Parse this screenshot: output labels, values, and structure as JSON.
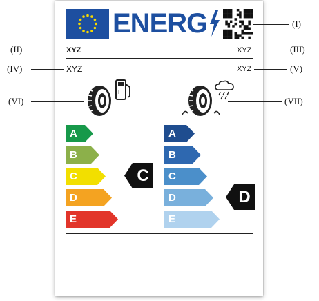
{
  "header": {
    "title": "ENERG"
  },
  "fields": {
    "supplier_left": "XYZ",
    "supplier_right": "XYZ",
    "type_left": "XYZ",
    "type_right": "XYZ"
  },
  "callouts": {
    "I": "(I)",
    "II": "(II)",
    "III": "(III)",
    "IV": "(IV)",
    "V": "(V)",
    "VI": "(VI)",
    "VII": "(VII)"
  },
  "fuel_scale": {
    "classes": [
      "A",
      "B",
      "C",
      "D",
      "E"
    ],
    "colors": [
      "#17994a",
      "#8cb04a",
      "#f2df00",
      "#f4a321",
      "#e2352a"
    ],
    "rating": "C"
  },
  "wet_grip_scale": {
    "classes": [
      "A",
      "B",
      "C",
      "D",
      "E"
    ],
    "colors": [
      "#1f4d8f",
      "#2e68b0",
      "#4b8fca",
      "#79b0dc",
      "#b0d2ee"
    ],
    "rating": "D"
  },
  "icons": [
    "eu-flag-icon",
    "lightning-bolt-icon",
    "qr-code-icon",
    "tyre-icon",
    "fuel-pump-icon",
    "rain-cloud-icon"
  ]
}
